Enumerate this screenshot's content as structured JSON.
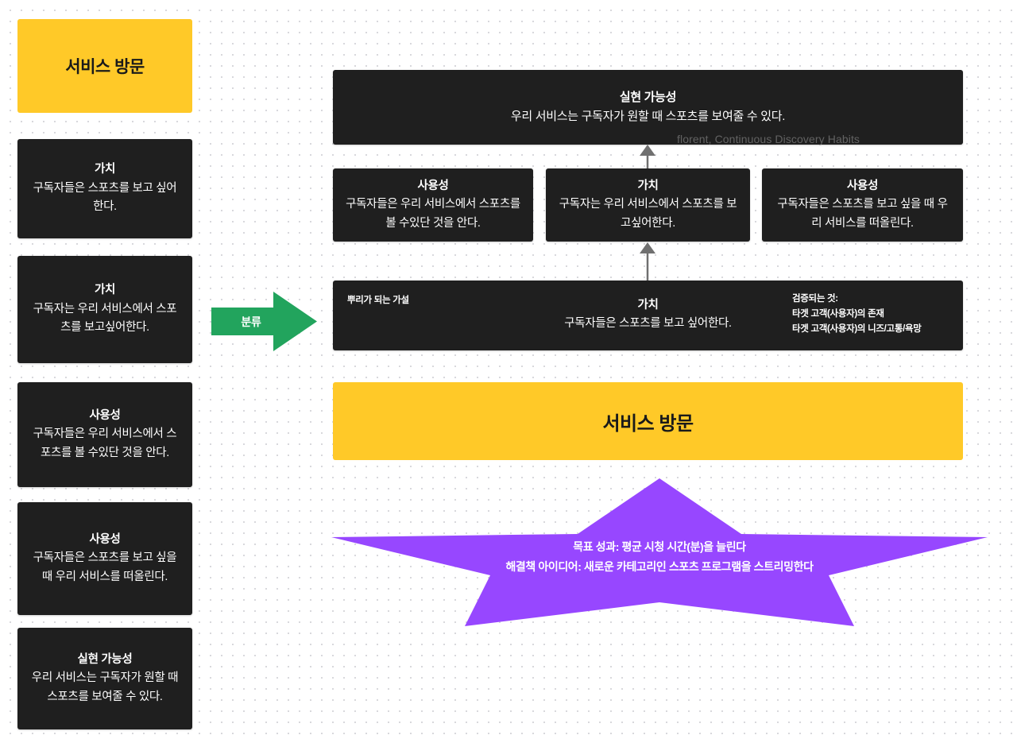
{
  "canvas": {
    "background_color": "#ffffff",
    "dot_grid_color": "#d8d8dc"
  },
  "colors": {
    "card_dark": "#1f1f1f",
    "highlight_yellow": "#FFC928",
    "arrow_green": "#22A45D",
    "star_purple": "#9747FF",
    "connector_gray": "#707070"
  },
  "left_column": {
    "header": {
      "label": "서비스 방문",
      "color": "#FFC928"
    },
    "cards": [
      {
        "title": "가치",
        "body": "구독자들은 스포츠를 보고 싶어한다."
      },
      {
        "title": "가치",
        "body": "구독자는 우리 서비스에서 스포츠를 보고싶어한다."
      },
      {
        "title": "사용성",
        "body": "구독자들은 우리 서비스에서 스포츠를 볼 수있단 것을 안다."
      },
      {
        "title": "사용성",
        "body": "구독자들은 스포츠를 보고 싶을 때 우리 서비스를 떠올린다."
      },
      {
        "title": "실현 가능성",
        "body": "우리 서비스는 구독자가 원할 때 스포츠를 보여줄 수 있다."
      }
    ]
  },
  "transform_arrow": {
    "label": "분류",
    "color": "#22A45D",
    "direction": "right"
  },
  "tree": {
    "top_card": {
      "title": "실현 가능성",
      "body": "우리 서비스는 구독자가 원할 때 스포츠를 보여줄 수 있다."
    },
    "middle_cards": [
      {
        "title": "사용성",
        "body": "구독자들은 우리 서비스에서 스포츠를 볼 수있단 것을 안다."
      },
      {
        "title": "가치",
        "body": "구독자는 우리 서비스에서 스포츠를 보고싶어한다."
      },
      {
        "title": "사용성",
        "body": "구독자들은 스포츠를 보고 싶을 때 우리 서비스를 떠올린다."
      }
    ],
    "root_card": {
      "left_label": "뿌리가 되는 가설",
      "title": "가치",
      "body": "구독자들은 스포츠를 보고 싶어한다.",
      "right_label_line1": "검증되는 것:",
      "right_label_line2": "타겟 고객(사용자)의 존재",
      "right_label_line3": "타겟 고객(사용자)의 니즈/고통/욕망"
    },
    "connectors": [
      {
        "name": "root-to-value",
        "direction": "up"
      },
      {
        "name": "value-to-feasibility",
        "direction": "up"
      }
    ]
  },
  "outcome_banner": {
    "label": "서비스 방문",
    "color": "#FFC928"
  },
  "star_callout": {
    "shape": "five-point-star",
    "color": "#9747FF",
    "line1": "목표 성과: 평균 시청 시간(분)을 늘린다",
    "line2": "해결책 아이디어: 새로운 카테고리인 스포츠 프로그램을 스트리밍한다"
  },
  "watermark": {
    "text": "florent, Continuous Discovery Habits"
  }
}
